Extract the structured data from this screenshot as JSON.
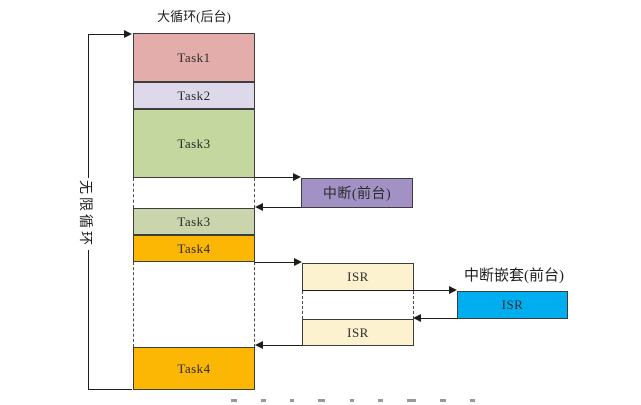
{
  "diagram": {
    "background": {
      "title": "大循环(后台)",
      "segments": [
        {
          "label": "Task1",
          "color": "#e3adab"
        },
        {
          "label": "Task2",
          "color": "#ddd9ea"
        },
        {
          "label": "Task3",
          "color": "#c4d79e"
        },
        {
          "label": "Task3",
          "color": "#cad5ad"
        },
        {
          "label": "Task4",
          "color": "#fcb705"
        },
        {
          "label": "Task4",
          "color": "#fcb705"
        }
      ]
    },
    "loop_label": "无限循环",
    "foreground": {
      "interrupt": {
        "label": "中断(前台)",
        "color": "#a291c4"
      },
      "isr_first": {
        "label": "ISR",
        "color": "#fcf2cf"
      },
      "isr_second": {
        "label": "ISR",
        "color": "#fcf2cf"
      },
      "nested": {
        "title": "中断嵌套(前台)",
        "isr": {
          "label": "ISR",
          "color": "#00aeef"
        }
      }
    },
    "line_color": "#1c1c1c",
    "text_color": "#1f1f1f"
  }
}
